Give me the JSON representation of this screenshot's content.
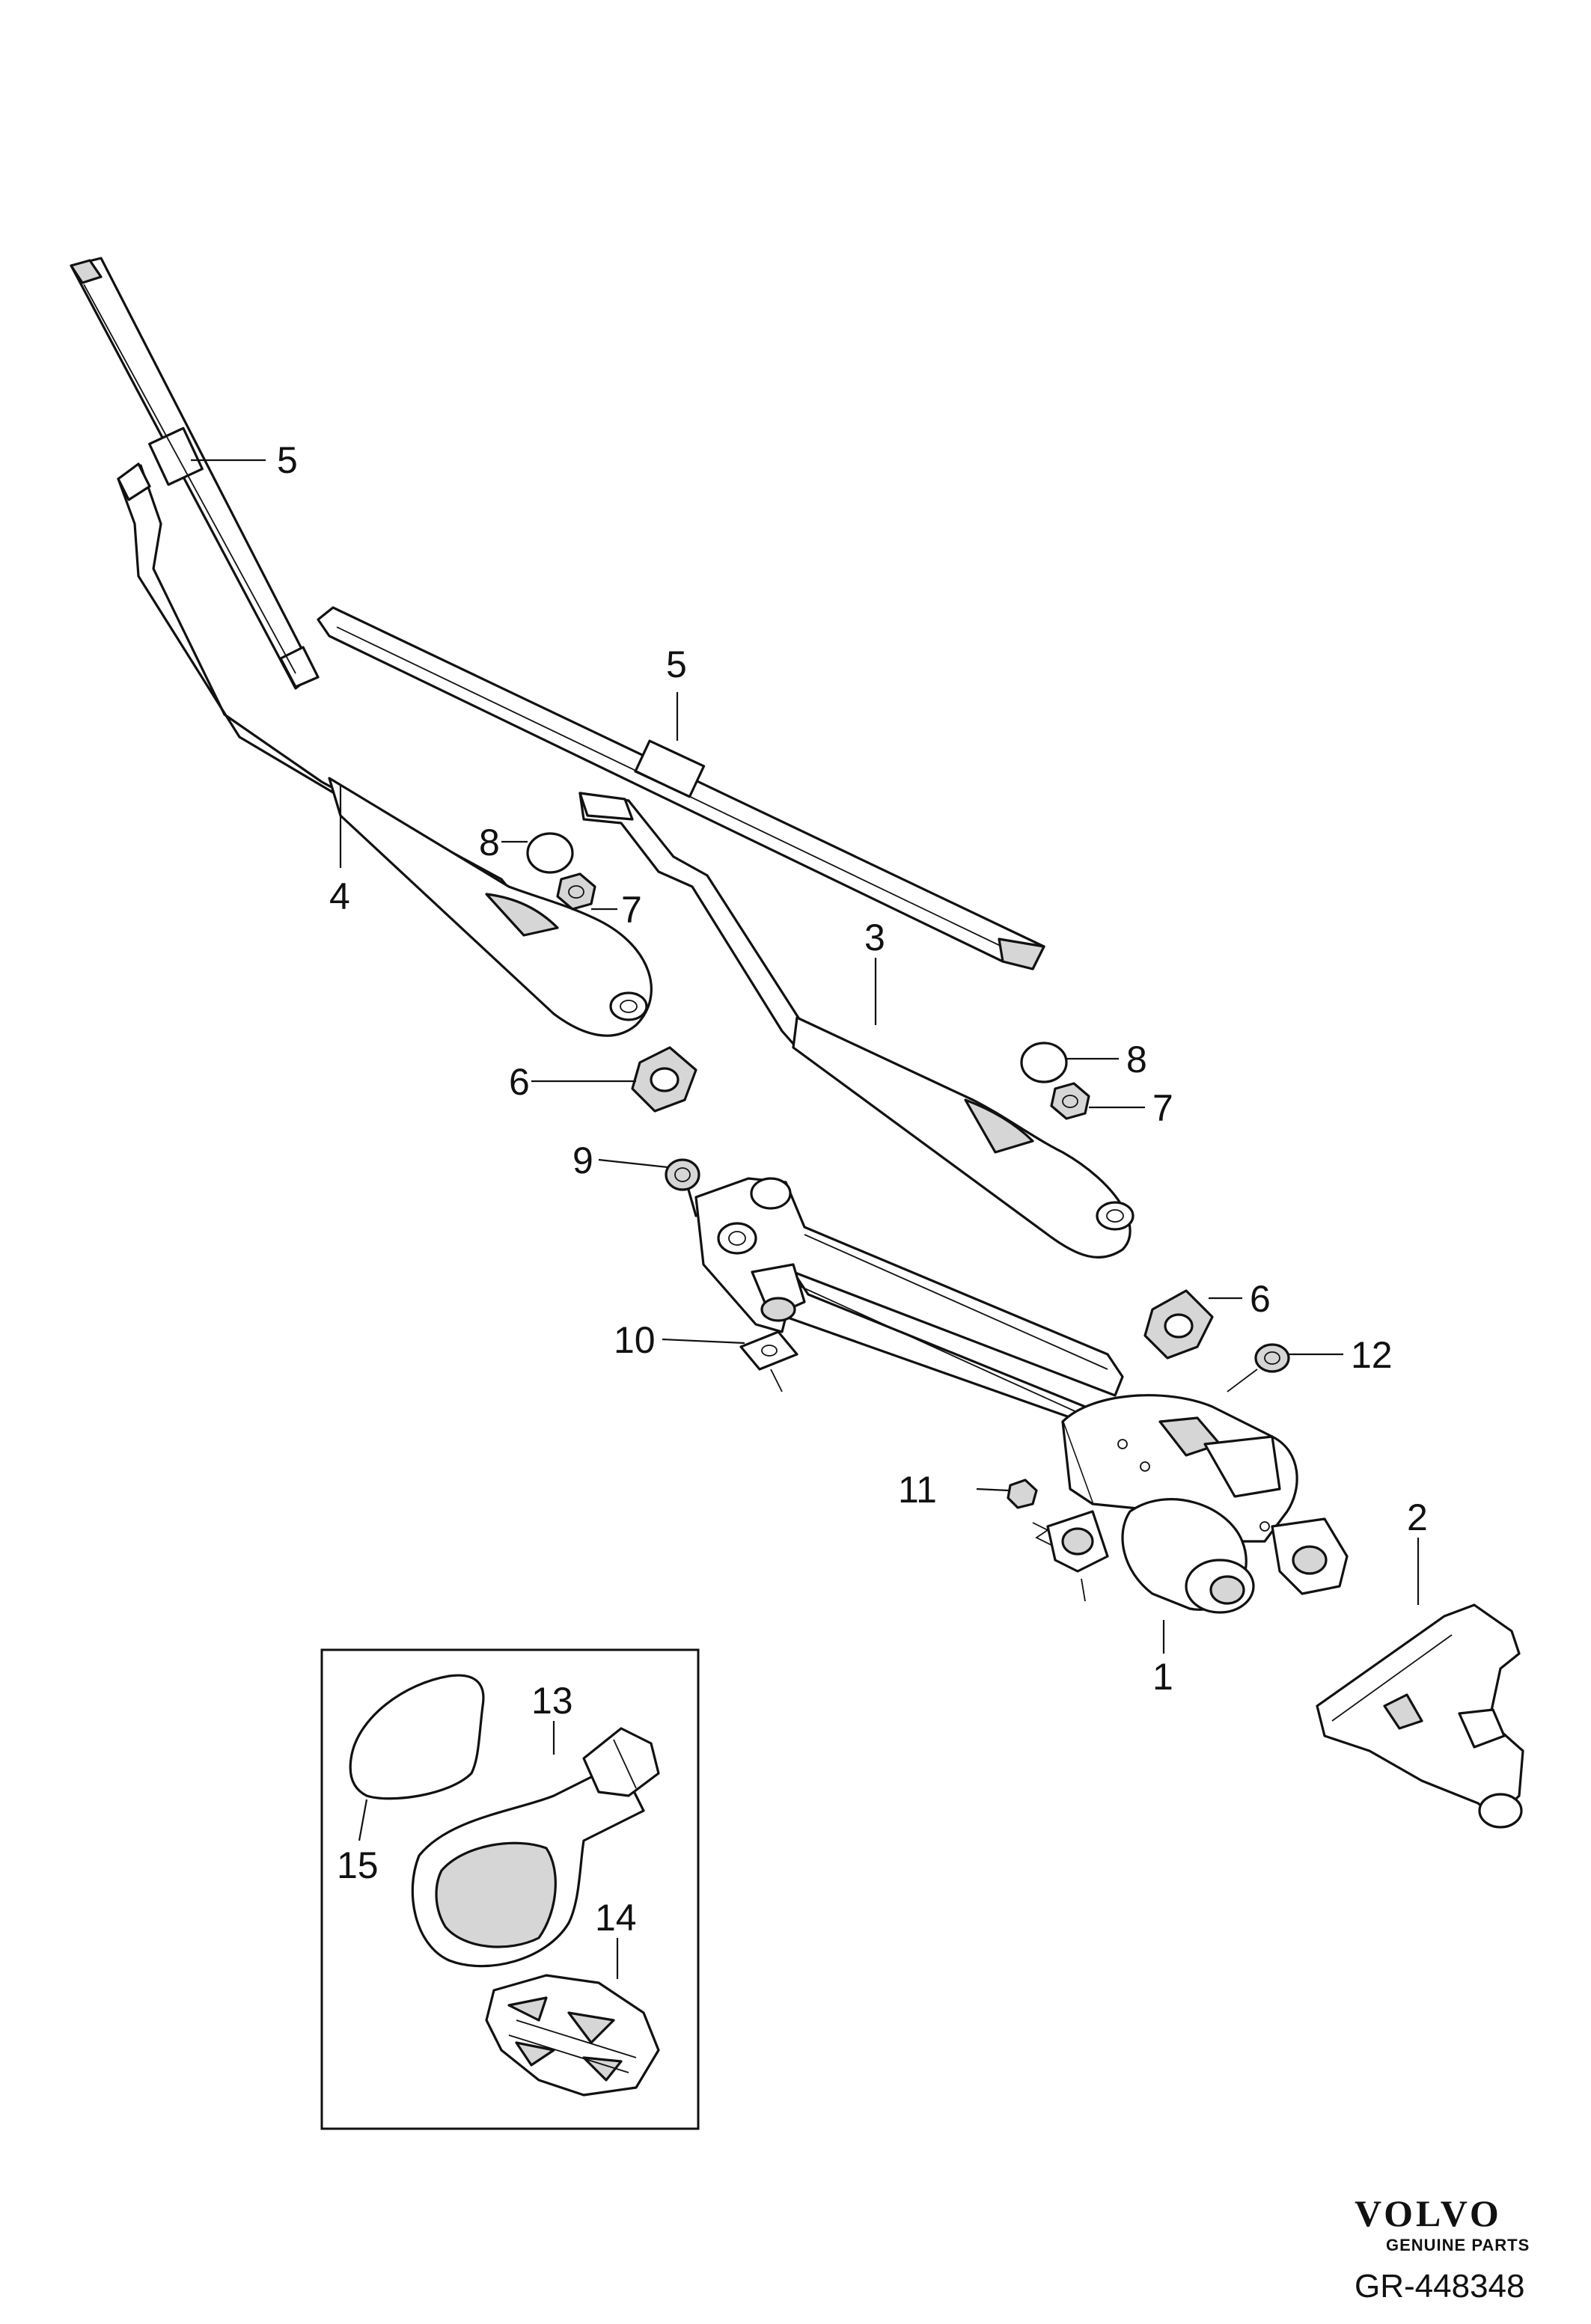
{
  "callouts": {
    "c1": "1",
    "c2": "2",
    "c3": "3",
    "c4": "4",
    "c5a": "5",
    "c5b": "5",
    "c6a": "6",
    "c6b": "6",
    "c7a": "7",
    "c7b": "7",
    "c8a": "8",
    "c8b": "8",
    "c9": "9",
    "c10": "10",
    "c11": "11",
    "c12": "12",
    "c13": "13",
    "c14": "14",
    "c15": "15"
  },
  "footer": {
    "brand": "VOLVO",
    "brand_sub": "GENUINE PARTS",
    "reference": "GR-448348"
  },
  "colors": {
    "line": "#111111",
    "shade": "#d6d6d6",
    "background": "#ffffff"
  }
}
